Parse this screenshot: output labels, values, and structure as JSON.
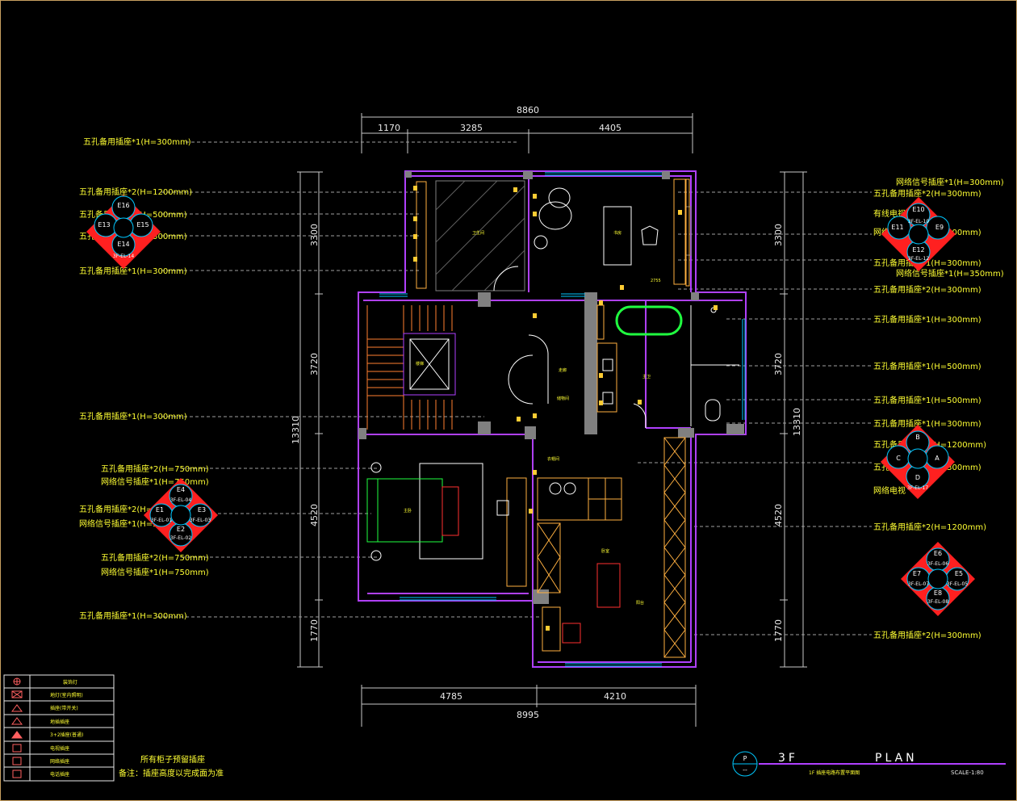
{
  "dims": {
    "top_total": "8860",
    "top_parts": [
      "1170",
      "3285",
      "4405"
    ],
    "bottom_total": "8995",
    "bottom_parts": [
      "4785",
      "4210"
    ],
    "left_total": "13310",
    "left_parts": [
      "3300",
      "3720",
      "4520",
      "1770"
    ],
    "right_total": "13310",
    "right_parts": [
      "3300",
      "3720",
      "4520",
      "1770"
    ]
  },
  "left_labels": [
    "五孔备用插座*1(H=300mm)",
    "五孔备用插座*2(H=1200mm)",
    "五孔备用插座*1(H=500mm)",
    "五孔备用插座*1(H=500mm)",
    "五孔备用插座*1(H=300mm)",
    "五孔备用插座*1(H=300mm)",
    "五孔备用插座*2(H=750mm)",
    "网络信号插座*1(H=750mm)",
    "五孔备用插座*2(H=300mm)",
    "网络信号插座*1(H=300mm)",
    "五孔备用插座*2(H=750mm)",
    "网络信号插座*1(H=750mm)",
    "五孔备用插座*1(H=300mm)"
  ],
  "right_labels": [
    "网络信号插座*1(H=300mm)",
    "五孔备用插座*2(H=300mm)",
    "有线电视插座*1",
    "网络信号插座*1(H=300mm)",
    "五孔备用插座*1(H=300mm)",
    "网络信号插座*1(H=350mm)",
    "五孔备用插座*2(H=300mm)",
    "五孔备用插座*1(H=300mm)",
    "五孔备用插座*1(H=500mm)",
    "五孔备用插座*1(H=500mm)",
    "五孔备用插座*1(H=300mm)",
    "五孔备用插座*2(H=1200mm)",
    "五孔备用插座*1(H=300mm)",
    "网络电视",
    "五孔备用插座*2(H=1200mm)",
    "五孔备用插座*2(H=300mm)"
  ],
  "clusters": [
    {
      "top": "E16",
      "left": "E13",
      "right": "E15",
      "bottom": "E14",
      "code": "3F-EL-14"
    },
    {
      "top": "E10",
      "left": "E11",
      "right": "E9",
      "bottom": "E12",
      "code": "3F-EL-10",
      "code2": "3F-EL-12"
    },
    {
      "top": "E4",
      "left": "E1",
      "right": "E3",
      "bottom": "E2",
      "code": "3F-EL-04",
      "code_l": "3F-EL-01",
      "code_r": "3F-EL-03",
      "code_b": "3F-EL-02"
    },
    {
      "top": "B",
      "left": "C",
      "right": "A",
      "bottom": "D",
      "code": "3F-EL-17"
    },
    {
      "top": "E6",
      "left": "E7",
      "right": "E5",
      "bottom": "E8",
      "code": "3F-EL-06",
      "code_l": "3F-EL-07",
      "code_r": "3F-EL-05",
      "code_b": "3F-EL-08"
    }
  ],
  "legend": {
    "rows": [
      "装饰灯",
      "地灯(室内照明)",
      "插座(带开关)",
      "地插插座",
      "3+2插座(普通)",
      "电视插座",
      "网络插座",
      "电话插座"
    ]
  },
  "notes": {
    "line1": "所有柜子预留插座",
    "line2": "备注：插座高度以完成面为准"
  },
  "title_block": {
    "symbol_top": "P",
    "symbol_bottom": "--",
    "level": "3F",
    "plan": "PLAN",
    "subtitle": "1F 插座电路布置平面图",
    "scale": "SCALE-1:80"
  },
  "room_labels": [
    "卫生间",
    "楼梯",
    "走廊",
    "主卫",
    "主卧",
    "衣帽间",
    "书房",
    "卧室",
    "阳台",
    "储物间",
    "2755"
  ],
  "colors": {
    "wall": "#b040ff",
    "dim": "#c8c8c8",
    "label": "#ffff33",
    "cluster_red": "#ff2020",
    "cluster_blue": "#00c8ff",
    "furniture": "#ffb040",
    "accent_green": "#20ff40"
  }
}
